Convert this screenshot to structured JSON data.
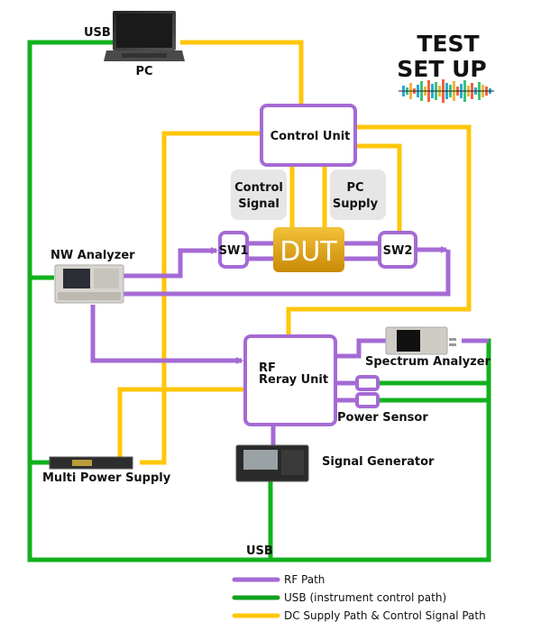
{
  "title": {
    "line1": "TEST",
    "line2": "SET UP"
  },
  "colors": {
    "rf": "#a56ad4",
    "usb": "#12b11e",
    "dc": "#ffc60a",
    "dut": "#d89a0c"
  },
  "labels": {
    "usb_top": "USB",
    "pc": "PC",
    "control_unit": "Control Unit",
    "control_signal_1": "Control",
    "control_signal_2": "Signal",
    "pc_supply_1": "PC",
    "pc_supply_2": "Supply",
    "sw1": "SW1",
    "sw2": "SW2",
    "dut": "DUT",
    "nw_analyzer": "NW Analyzer",
    "rf_relay_1": "RF",
    "rf_relay_2": "Reray Unit",
    "spectrum_analyzer": "Spectrum  Analyzer",
    "power_sensor": "Power Sensor",
    "signal_generator": "Signal Generator",
    "multi_power_supply": "Multi Power Supply",
    "usb_bottom": "USB"
  },
  "legend": [
    {
      "key": "rf",
      "label": "RF Path"
    },
    {
      "key": "usb",
      "label": "USB (instrument control path)"
    },
    {
      "key": "dc",
      "label": "DC Supply Path & Control Signal Path"
    }
  ]
}
